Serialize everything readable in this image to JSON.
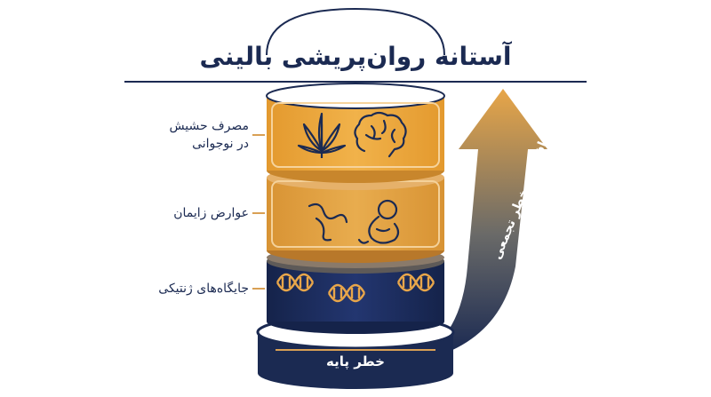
{
  "title": "آستانه روان‌پریشی بالینی",
  "layers": {
    "top_label": "مصرف حشیش\nدر نوجوانی",
    "middle_label": "عوارض زایمان",
    "bottom_label": "جایگاه‌های ژنتیکی"
  },
  "base_label": "خطر پایه",
  "arrow_label": "افزایش خطر تجمعی",
  "icons": {
    "top": [
      "cannabis-leaf-icon",
      "brain-icon"
    ],
    "middle": [
      "umbilical-cord-icon",
      "fetus-icon"
    ],
    "bottom": [
      "dna-icon",
      "dna-icon",
      "dna-icon"
    ]
  },
  "colors": {
    "navy": "#1b2a52",
    "amber": "#e9a53a",
    "amber_dark": "#c6852a",
    "gold_label": "#d9a054"
  }
}
